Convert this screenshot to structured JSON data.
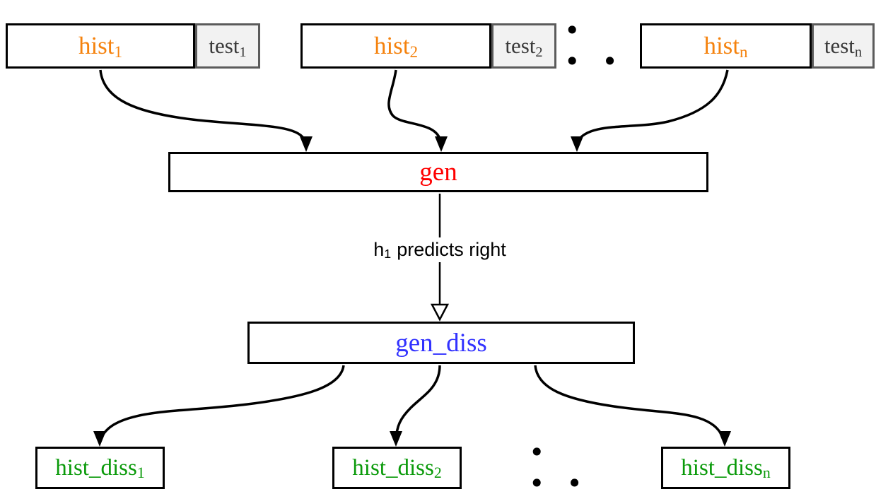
{
  "colors": {
    "hist": "#F5820D",
    "test_text": "#3A3A3A",
    "test_bg": "#F2F2F2",
    "test_border": "#5B5B5B",
    "gen": "#FF0000",
    "gen_diss": "#3232FF",
    "hist_diss": "#0A9A0A",
    "line": "#000000"
  },
  "nodes": {
    "top": [
      {
        "hist_base": "hist",
        "hist_sub": "1",
        "test_base": "test",
        "test_sub": "1"
      },
      {
        "hist_base": "hist",
        "hist_sub": "2",
        "test_base": "test",
        "test_sub": "2"
      },
      {
        "hist_base": "hist",
        "hist_sub": "n",
        "test_base": "test",
        "test_sub": "n"
      }
    ],
    "gen": "gen",
    "gen_diss": "gen_diss",
    "bottom": [
      {
        "base": "hist_diss",
        "sub": "1"
      },
      {
        "base": "hist_diss",
        "sub": "2"
      },
      {
        "base": "hist_diss",
        "sub": "n"
      }
    ]
  },
  "edge_label": {
    "base": "h",
    "sub": "1",
    "rest": "predicts right"
  },
  "ellipsis": "• • •"
}
